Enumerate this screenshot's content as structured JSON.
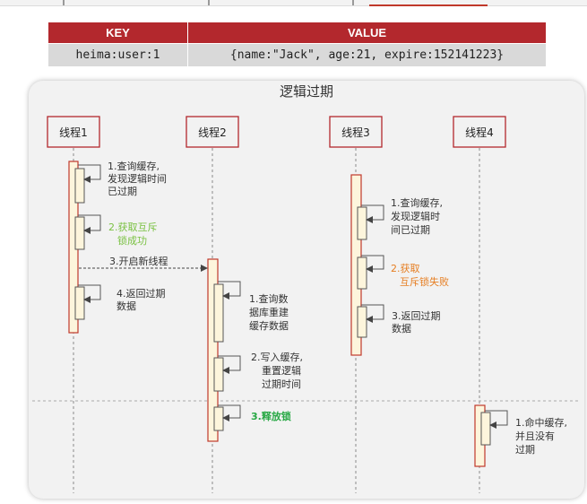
{
  "table": {
    "headers": [
      "KEY",
      "VALUE"
    ],
    "rows": [
      [
        "heima:user:1",
        "{name:\"Jack\", age:21, expire:152141223}"
      ]
    ]
  },
  "diagram": {
    "title": "逻辑过期",
    "threads": [
      "线程1",
      "线程2",
      "线程3",
      "线程4"
    ],
    "steps": {
      "t1_query": [
        "1.查询缓存,",
        "发现逻辑时间",
        "已过期"
      ],
      "t1_lock": [
        "2.获取互斥",
        "锁成功"
      ],
      "t1_spawn": [
        "3.开启新线程"
      ],
      "t1_return": [
        "4.返回过期",
        "数据"
      ],
      "t2_db": [
        "1.查询数",
        "据库重建",
        "缓存数据"
      ],
      "t2_write": [
        "2.写入缓存,",
        "重置逻辑",
        "过期时间"
      ],
      "t2_release": [
        "3.释放锁"
      ],
      "t3_query": [
        "1.查询缓存,",
        "发现逻辑时",
        "间已过期"
      ],
      "t3_lock": [
        "2.获取",
        "互斥锁失败"
      ],
      "t3_return": [
        "3.返回过期",
        "数据"
      ],
      "t4_hit": [
        "1.命中缓存,",
        "并且没有",
        "过期"
      ]
    },
    "colors": {
      "success": "#7ac142",
      "release": "#27a844",
      "fail": "#e67e22",
      "normal": "#333333",
      "activation_fill": "#fdf5dc",
      "activation_border": "#c0392b"
    }
  }
}
